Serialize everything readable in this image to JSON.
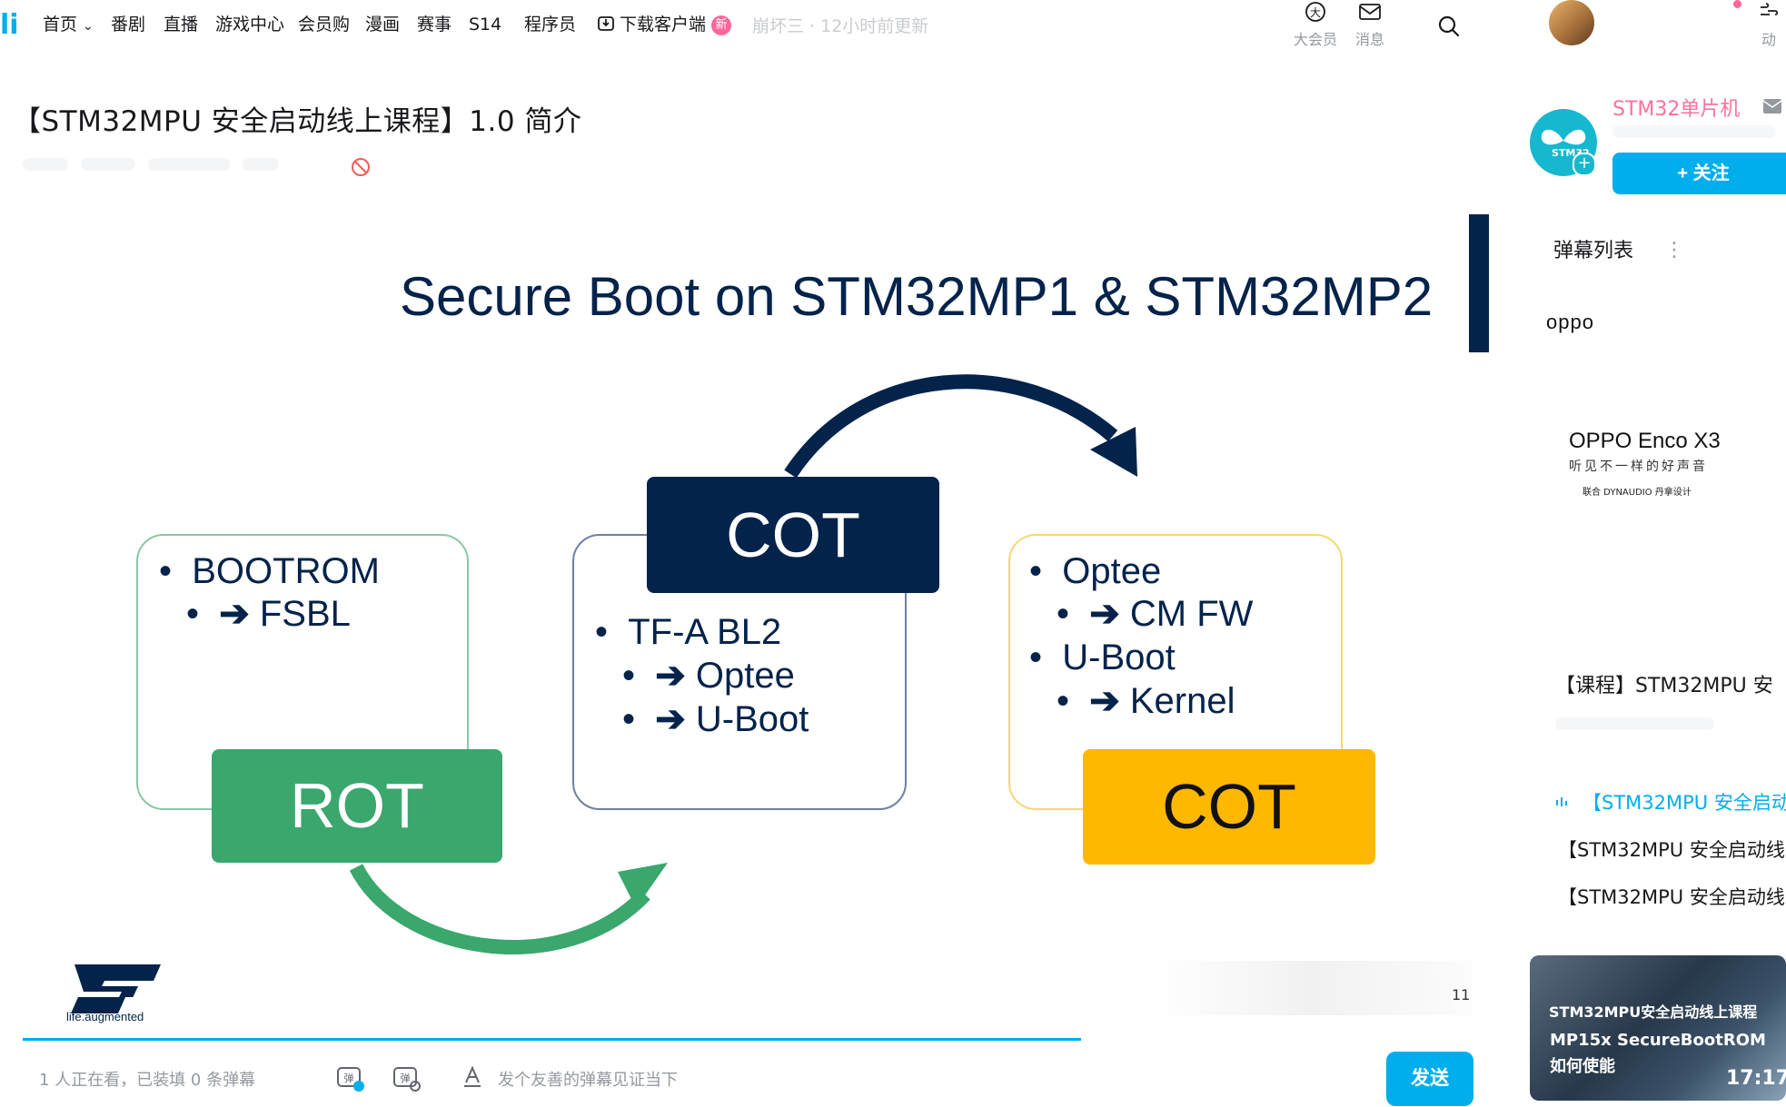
{
  "topbar": {
    "nav": [
      "首页",
      "番剧",
      "直播",
      "游戏中心",
      "会员购",
      "漫画",
      "赛事",
      "S14",
      "程序员",
      "下载客户端"
    ],
    "new_badge": "新",
    "search_placeholder": "崩坏三 · 12小时前更新",
    "vip_label": "大会员",
    "msg_label": "消息",
    "dyn_label": "动"
  },
  "video": {
    "title": "【STM32MPU 安全启动线上课程】1.0 简介"
  },
  "slide": {
    "title": "Secure Boot on STM32MP1 & STM32MP2",
    "box1": {
      "line1": "BOOTROM",
      "line2": "FSBL"
    },
    "box2": {
      "line1": "TF-A BL2",
      "line2": "Optee",
      "line3": "U-Boot"
    },
    "box3": {
      "line1": "Optee",
      "line2": "CM FW",
      "line3": "U-Boot",
      "line4": "Kernel"
    },
    "rot_label": "ROT",
    "cot_label_top": "COT",
    "cot_label_right": "COT",
    "st_tagline": "life.augmented",
    "page_number": "11",
    "colors": {
      "navy": "#03234b",
      "green": "#3aa76d",
      "yellow": "#ffb800",
      "green_border": "#8cc7a6",
      "yellow_border": "#f7d774",
      "navy_border": "#6e7fa3"
    }
  },
  "danmaku": {
    "viewers": "1 人正在看，已装填 0 条弹幕",
    "placeholder": "发个友善的弹幕见证当下",
    "send": "发送"
  },
  "uploader": {
    "name": "STM32单片机",
    "follow": "+ 关注",
    "avatar_text": "STM32"
  },
  "sidebar": {
    "danmaku_list": "弹幕列表",
    "ad": {
      "brand": "oppo",
      "product": "OPPO Enco X3",
      "slogan": "听见不一样的好声音",
      "partner": "联合 DYNAUDIO 丹拿设计"
    },
    "course_title": "【课程】STM32MPU 安",
    "episodes": [
      "【STM32MPU 安全启动",
      "【STM32MPU 安全启动线",
      "【STM32MPU 安全启动线"
    ]
  },
  "recommend": {
    "line1": "STM32MPU安全启动线上课程",
    "line2": "MP15x SecureBootROM",
    "line3": "如何使能",
    "duration": "17:17"
  }
}
